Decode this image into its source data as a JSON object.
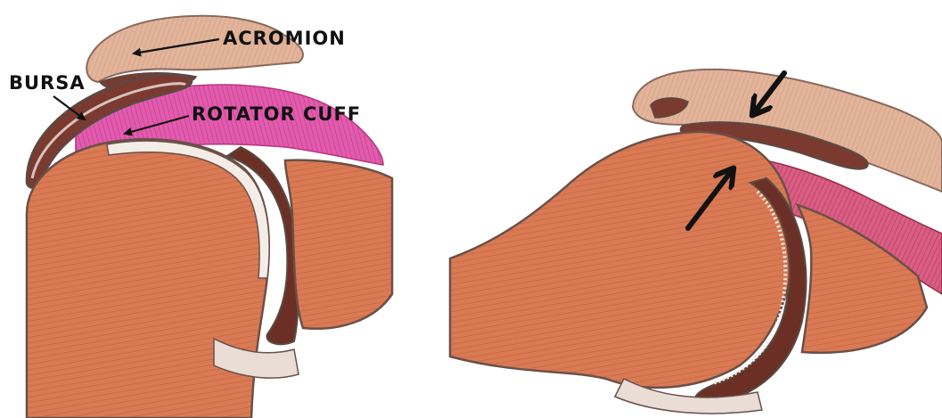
{
  "labels": {
    "acromion": "ACROMION",
    "bursa": "BURSA",
    "rotator_cuff": "ROTATOR CUFF"
  },
  "colors": {
    "bone": "#d97a54",
    "bone_dark": "#b85a38",
    "bone_light": "#e8a17f",
    "cartilage": "#6b2f26",
    "acromion": "#e2b49a",
    "bursa": "#7a3a30",
    "rotator_cuff": "#e04aa8",
    "rotator_cuff_dark": "#a01850",
    "outline": "#5a4a44",
    "arrow": "#111111"
  }
}
